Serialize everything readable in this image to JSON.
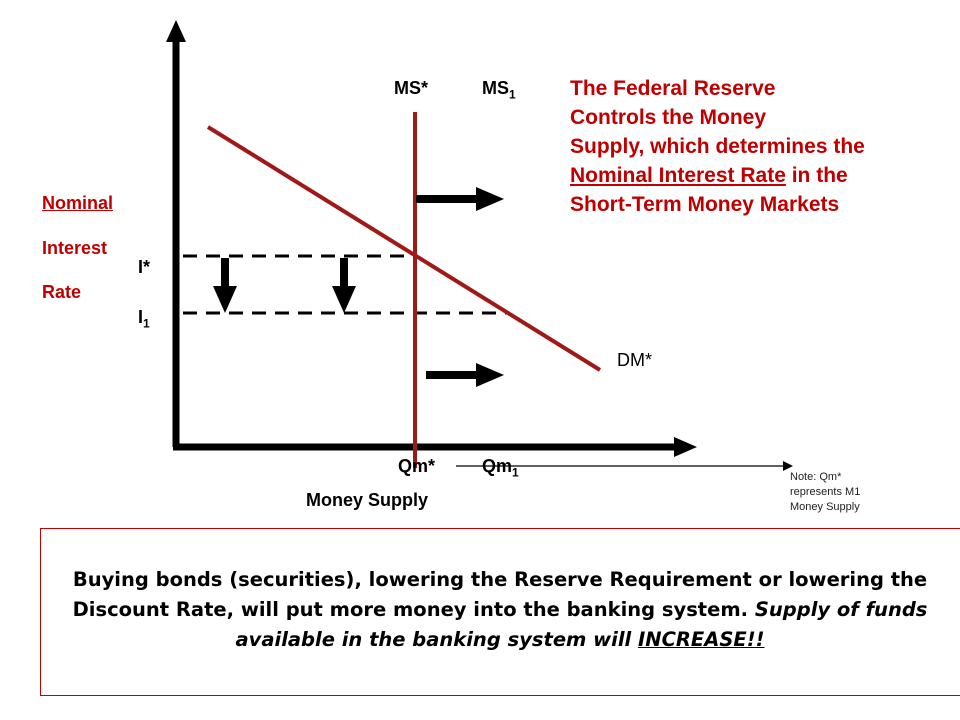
{
  "y_axis_label": [
    "Nominal",
    "Interest",
    "Rate"
  ],
  "x_axis_label": "Money Supply",
  "rate_ticks": {
    "initial": "I*",
    "new_base": "I",
    "new_sub": "1"
  },
  "quantity_ticks": {
    "initial": "Qm*",
    "new_base": "Qm",
    "new_sub": "1"
  },
  "supply_labels": {
    "initial": "MS*",
    "new_base": "MS",
    "new_sub": "1"
  },
  "demand_label": "DM*",
  "headline": {
    "line1": "The Federal Reserve",
    "line2": "Controls the Money",
    "line3": "Supply, which determines the",
    "line4_underlined": "Nominal  Interest Rate",
    "line4_rest": " in the",
    "line5": "Short-Term Money Markets"
  },
  "note": {
    "line1": "Note: Qm*",
    "line2": "represents M1",
    "line3": "Money Supply"
  },
  "explanation": {
    "line1": "Buying bonds (securities), lowering the Reserve Requirement or lowering the",
    "line2_regular": "Discount Rate, will put more money into the banking system. ",
    "line2_italic": "Supply of funds",
    "line3_italic": "available in the banking system will ",
    "line3_italic_underlined": "INCREASE!!"
  },
  "colors": {
    "accent": "#c00000",
    "curve": "#a01818",
    "axis": "#000000"
  }
}
